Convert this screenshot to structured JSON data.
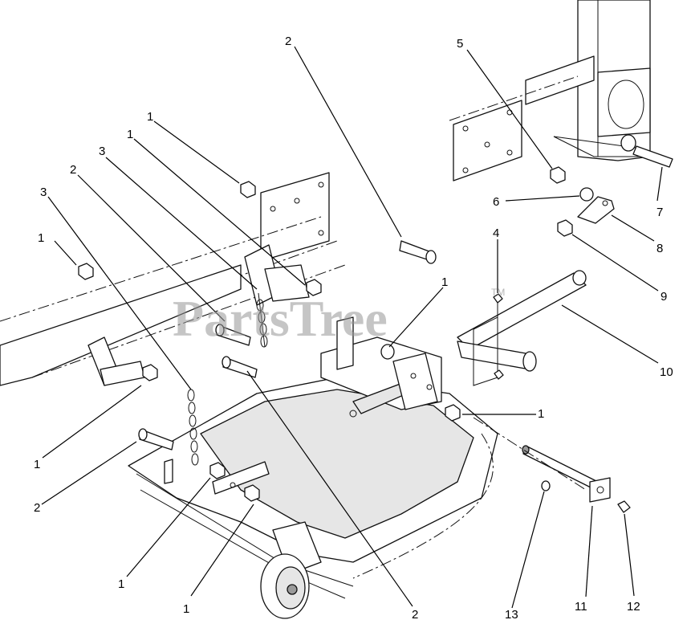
{
  "watermark": {
    "text": "PartsTree",
    "trademark": "TM"
  },
  "callouts": [
    {
      "id": "c-left-1-top",
      "label": "1"
    },
    {
      "id": "c-left-3",
      "label": "3"
    },
    {
      "id": "c-left-2",
      "label": "2"
    },
    {
      "id": "c-mid-3",
      "label": "3"
    },
    {
      "id": "c-mid-1a",
      "label": "1"
    },
    {
      "id": "c-mid-1b",
      "label": "1"
    },
    {
      "id": "c-top-2",
      "label": "2"
    },
    {
      "id": "c-center-1",
      "label": "1"
    },
    {
      "id": "c-4",
      "label": "4"
    },
    {
      "id": "c-5",
      "label": "5"
    },
    {
      "id": "c-6",
      "label": "6"
    },
    {
      "id": "c-7",
      "label": "7"
    },
    {
      "id": "c-8",
      "label": "8"
    },
    {
      "id": "c-9",
      "label": "9"
    },
    {
      "id": "c-10",
      "label": "10"
    },
    {
      "id": "c-right-1",
      "label": "1"
    },
    {
      "id": "c-bl-1",
      "label": "1"
    },
    {
      "id": "c-bl-2",
      "label": "2"
    },
    {
      "id": "c-bot-1a",
      "label": "1"
    },
    {
      "id": "c-bot-1b",
      "label": "1"
    },
    {
      "id": "c-bot-2",
      "label": "2"
    },
    {
      "id": "c-13",
      "label": "13"
    },
    {
      "id": "c-11",
      "label": "11"
    },
    {
      "id": "c-12",
      "label": "12"
    }
  ]
}
